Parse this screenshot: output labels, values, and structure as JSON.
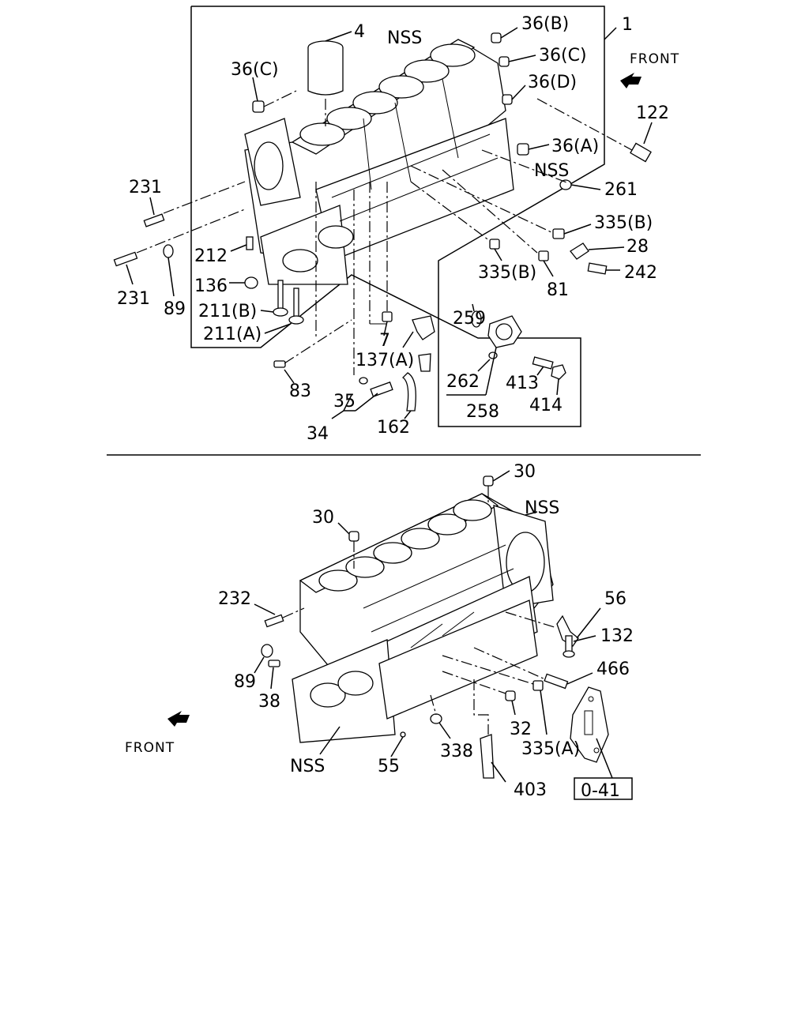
{
  "top_view": {
    "front_label": "FRONT",
    "labels": {
      "l4": "4",
      "nss_top": "NSS",
      "l36b": "36(B)",
      "l1": "1",
      "l36c_left": "36(C)",
      "l36c_right": "36(C)",
      "l36d": "36(D)",
      "l122": "122",
      "l36a": "36(A)",
      "nss_right": "NSS",
      "l261": "261",
      "l231_top": "231",
      "l335b_right": "335(B)",
      "l28": "28",
      "l212": "212",
      "l335b_mid": "335(B)",
      "l242": "242",
      "l231_bottom": "231",
      "l136": "136",
      "l81": "81",
      "l89": "89",
      "l211b": "211(B)",
      "l259": "259",
      "l211a": "211(A)",
      "l7": "7",
      "l137a": "137(A)",
      "l262": "262",
      "l413": "413",
      "l83": "83",
      "l35": "35",
      "l258": "258",
      "l414": "414",
      "l34": "34",
      "l162": "162"
    }
  },
  "bottom_view": {
    "front_label": "FRONT",
    "labels": {
      "l30_right": "30",
      "nss_right": "NSS",
      "l30_left": "30",
      "l232": "232",
      "l56": "56",
      "l132": "132",
      "l466": "466",
      "l89": "89",
      "l38": "38",
      "l32": "32",
      "l335a": "335(A)",
      "nss_bottom": "NSS",
      "l55": "55",
      "l338": "338",
      "l403": "403",
      "ref_box": "0-41"
    }
  }
}
